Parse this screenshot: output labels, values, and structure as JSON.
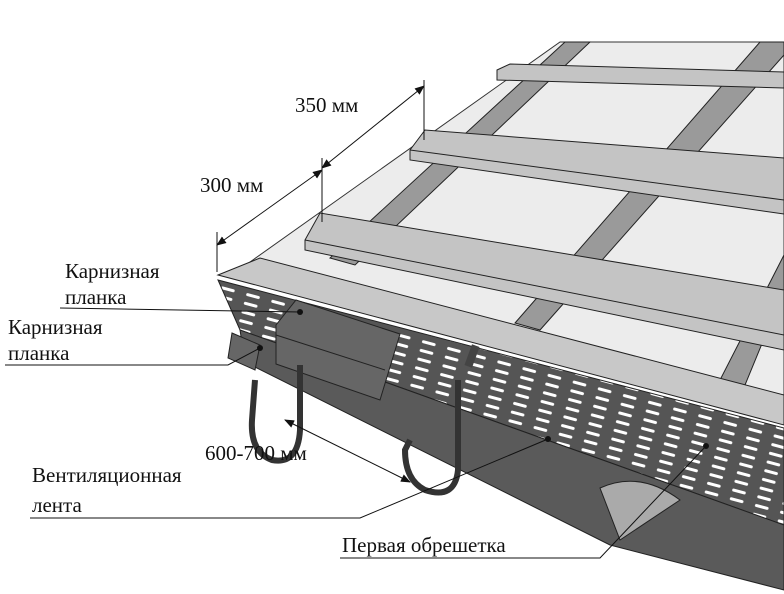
{
  "labels": {
    "dim_350": "350 мм",
    "dim_300": "300 мм",
    "cornice_1_line1": "Карнизная",
    "cornice_1_line2": "планка",
    "cornice_2_line1": "Карнизная",
    "cornice_2_line2": "планка",
    "hook_spacing": "600-700 мм",
    "vent_line1": "Вентиляционная",
    "vent_line2": "лента",
    "first_batten": "Первая обрешетка"
  }
}
